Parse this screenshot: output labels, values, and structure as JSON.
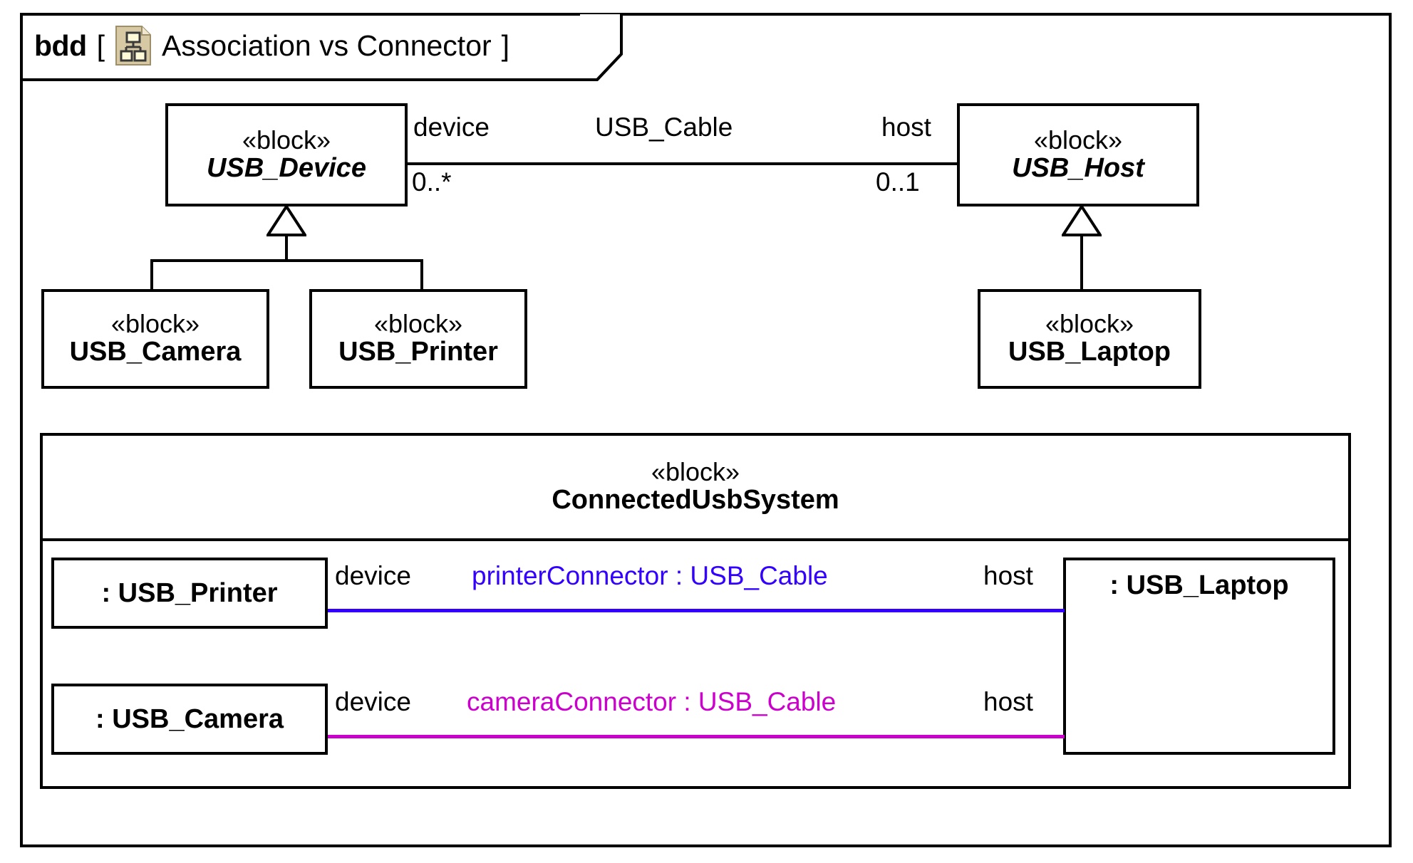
{
  "diagram": {
    "kind": "bdd",
    "bracket_open": "[",
    "bracket_close": "]",
    "title": "Association vs Connector",
    "icon": "bdd-diagram-icon",
    "icon_colors": {
      "paper": "#D6C9A3",
      "paper_border": "#9E8F6B",
      "node_fill": "#FFFBD9",
      "node_border": "#3A3A3A"
    }
  },
  "blocks": {
    "usb_device": {
      "stereotype": "«block»",
      "name": "USB_Device",
      "abstract": true
    },
    "usb_host": {
      "stereotype": "«block»",
      "name": "USB_Host",
      "abstract": true
    },
    "usb_camera": {
      "stereotype": "«block»",
      "name": "USB_Camera",
      "abstract": false
    },
    "usb_printer": {
      "stereotype": "«block»",
      "name": "USB_Printer",
      "abstract": false
    },
    "usb_laptop": {
      "stereotype": "«block»",
      "name": "USB_Laptop",
      "abstract": false
    }
  },
  "association": {
    "name": "USB_Cable",
    "end_device_role": "device",
    "end_device_multiplicity": "0..*",
    "end_host_role": "host",
    "end_host_multiplicity": "0..1",
    "color": "#000000"
  },
  "composite": {
    "stereotype": "«block»",
    "name": "ConnectedUsbSystem",
    "parts": {
      "printer": ": USB_Printer",
      "camera": ": USB_Camera",
      "laptop": ": USB_Laptop"
    },
    "connectors": [
      {
        "label": "printerConnector : USB_Cable",
        "device_role": "device",
        "host_role": "host",
        "color": "#3300FF"
      },
      {
        "label": "cameraConnector : USB_Cable",
        "device_role": "device",
        "host_role": "host",
        "color": "#CC00CC"
      }
    ]
  }
}
